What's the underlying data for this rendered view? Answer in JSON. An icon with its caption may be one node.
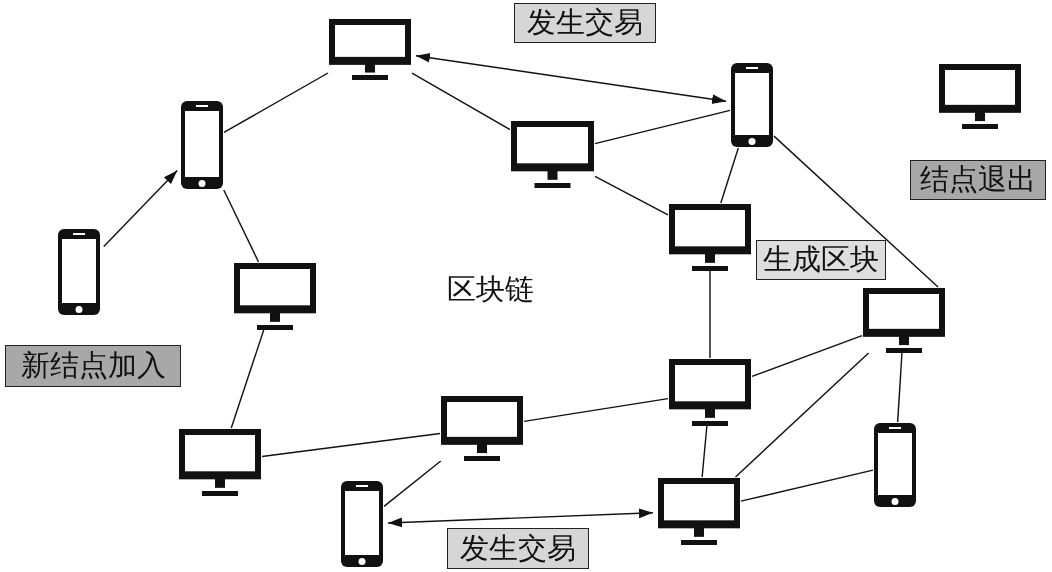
{
  "diagram": {
    "nodes": [
      {
        "text": [],
        "shape": "monitor"
      },
      {
        "text": [
          "发生交易"
        ]
      },
      {
        "text": [],
        "shape": "phone"
      },
      {
        "text": [],
        "shape": "phone"
      },
      {
        "text": [],
        "shape": "monitor"
      },
      {
        "text": [],
        "shape": "monitor"
      },
      {
        "text": [
          "结点退出"
        ]
      },
      {
        "text": [],
        "shape": "phone"
      },
      {
        "text": [],
        "shape": "monitor"
      },
      {
        "text": [
          "生成区块"
        ]
      },
      {
        "text": [],
        "shape": "monitor"
      },
      {
        "text": [],
        "shape": "monitor"
      },
      {
        "text": [
          "新结点加入"
        ]
      },
      {
        "text": [],
        "shape": "monitor"
      },
      {
        "text": [],
        "shape": "monitor"
      },
      {
        "text": [],
        "shape": "monitor"
      },
      {
        "text": [],
        "shape": "phone"
      },
      {
        "text": [],
        "shape": "monitor"
      },
      {
        "text": [],
        "shape": "phone"
      },
      {
        "text": [
          "发生交易"
        ]
      }
    ],
    "edges": [
      {
        "from": 7,
        "to": 2,
        "arrow": "to"
      },
      {
        "from": 2,
        "to": 0,
        "arrow": "none"
      },
      {
        "from": 0,
        "to": 3,
        "arrow": "both"
      },
      {
        "from": 0,
        "to": 5,
        "arrow": "none"
      },
      {
        "from": 5,
        "to": 3,
        "arrow": "none"
      },
      {
        "from": 3,
        "to": 8,
        "arrow": "none"
      },
      {
        "from": 5,
        "to": 8,
        "arrow": "none"
      },
      {
        "from": 3,
        "to": 11,
        "arrow": "none"
      },
      {
        "from": 2,
        "to": 10,
        "arrow": "none"
      },
      {
        "from": 10,
        "to": 15,
        "arrow": "none"
      },
      {
        "from": 15,
        "to": 14,
        "arrow": "none"
      },
      {
        "from": 14,
        "to": 18,
        "arrow": "none"
      },
      {
        "from": 14,
        "to": 13,
        "arrow": "none"
      },
      {
        "from": 8,
        "to": 13,
        "arrow": "none"
      },
      {
        "from": 13,
        "to": 11,
        "arrow": "none"
      },
      {
        "from": 13,
        "to": 17,
        "arrow": "none"
      },
      {
        "from": 11,
        "to": 16,
        "arrow": "none"
      },
      {
        "from": 17,
        "to": 11,
        "arrow": "none"
      },
      {
        "from": 17,
        "to": 16,
        "arrow": "none"
      },
      {
        "from": 18,
        "to": 17,
        "arrow": "both"
      }
    ],
    "labels": [
      "区块链"
    ]
  }
}
